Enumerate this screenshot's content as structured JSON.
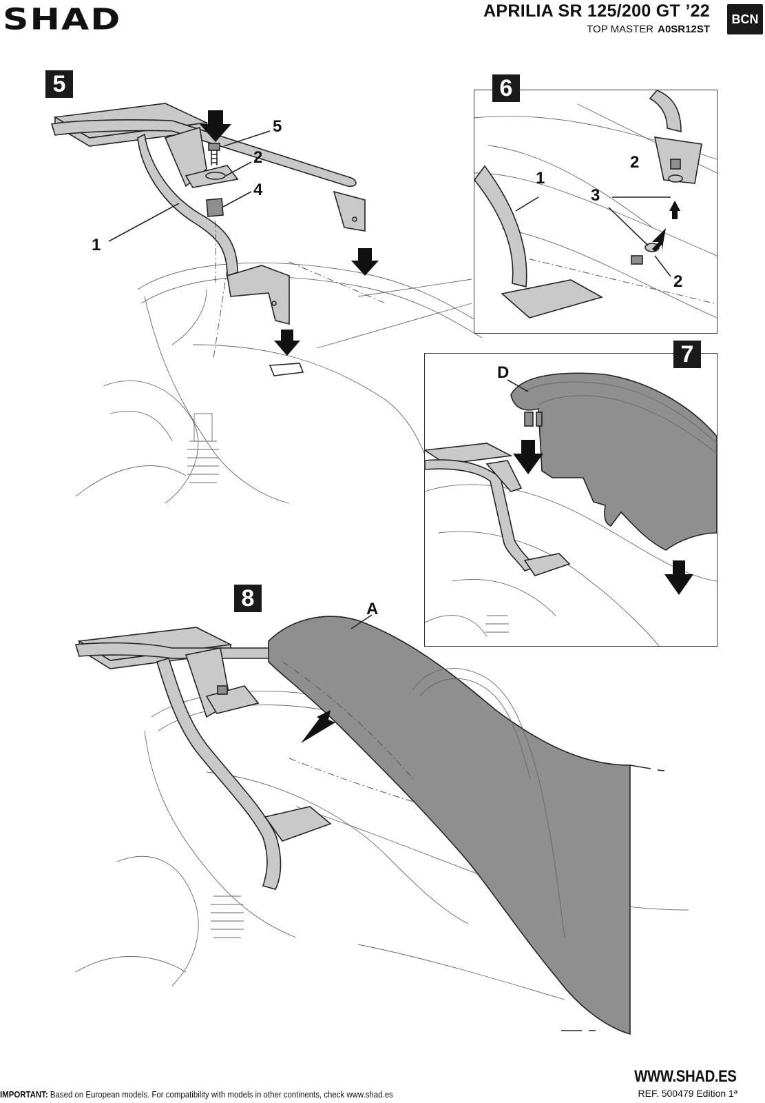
{
  "header": {
    "brand": "SHAD",
    "title": "APRILIA SR 125/200 GT ’22",
    "product_name": "TOP MASTER",
    "product_code": "A0SR12ST",
    "badge": "BCN"
  },
  "steps": [
    {
      "number": "5",
      "callouts": [
        "5",
        "2",
        "4",
        "1"
      ]
    },
    {
      "number": "6",
      "callouts": [
        "2",
        "1",
        "3",
        "2"
      ]
    },
    {
      "number": "7",
      "callouts": [
        "D"
      ]
    },
    {
      "number": "8",
      "callouts": [
        "A"
      ]
    }
  ],
  "footer": {
    "important_label": "IMPORTANT:",
    "important_text": "Based on European models. For compatibility with models in other continents, check www.shad.es",
    "website": "WWW.SHAD.ES",
    "reference": "REF. 500479 Edition 1ª"
  },
  "icons": {
    "install_arrow": "down-arrow-icon"
  }
}
